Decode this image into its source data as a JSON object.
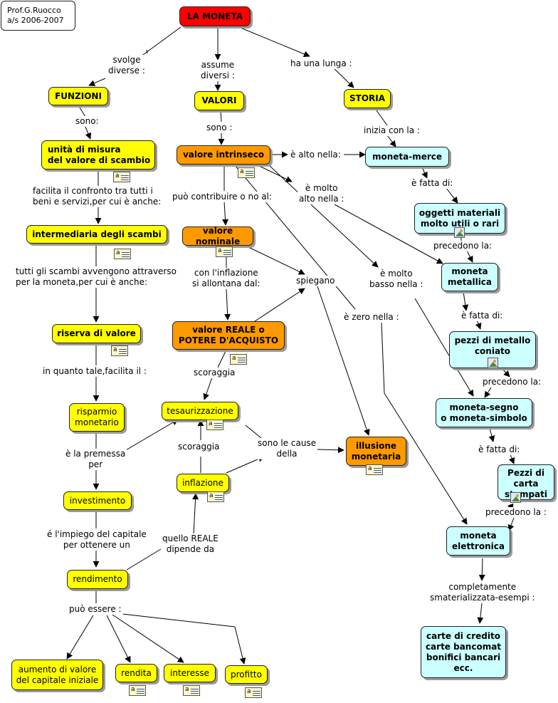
{
  "author_box": {
    "line1": "Prof.G.Ruocco",
    "line2": "a/s 2006-2007"
  },
  "nodes": {
    "la_moneta": "LA MONETA",
    "funzioni": "FUNZIONI",
    "valori": "VALORI",
    "storia": "STORIA",
    "unita_misura": [
      "unità di misura",
      "del valore di scambio"
    ],
    "valore_intrinseco": "valore intrinseco",
    "moneta_merce": "moneta-merce",
    "intermediaria": "intermediaria degli scambi",
    "valore_nominale": "valore nominale",
    "oggetti_materiali": [
      "oggetti materiali",
      "molto utili o rari"
    ],
    "moneta_metallica": [
      "moneta",
      "metallica"
    ],
    "riserva_valore": "riserva di valore",
    "valore_reale": [
      "valore REALE o",
      "POTERE D'ACQUISTO"
    ],
    "pezzi_metallo": [
      "pezzi di metallo",
      "coniato"
    ],
    "risparmio": [
      "risparmio",
      "monetario"
    ],
    "tesaurizzazione": "tesaurizzazione",
    "moneta_segno": [
      "moneta-segno",
      "o moneta-simbolo"
    ],
    "illusione": [
      "illusione",
      "monetaria"
    ],
    "pezzi_carta": [
      "Pezzi di carta",
      "stampati"
    ],
    "inflazione": "inflazione",
    "investimento": "investimento",
    "moneta_elettronica": [
      "moneta",
      "elettronica"
    ],
    "rendimento": "rendimento",
    "carte_credito": [
      "carte di credito",
      "carte bancomat",
      "bonifici bancari",
      "ecc."
    ],
    "aumento_valore": [
      "aumento di valore",
      "del capitale iniziale"
    ],
    "rendita": "rendita",
    "interesse": "interesse",
    "profitto": "profitto"
  },
  "links": {
    "svolge_diverse": [
      "svolge",
      "diverse :"
    ],
    "assume_diversi": [
      "assume",
      "diversi :"
    ],
    "ha_una_lunga": "ha una lunga :",
    "sono_funzioni": "sono:",
    "sono_valori": "sono :",
    "inizia_con_la": "inizia con la :",
    "facilita_confronto": [
      "facilita il confronto tra tutti i",
      "beni e servizi,per cui è anche:"
    ],
    "e_alto_nella": "è alto nella:",
    "e_fatta_di_1": "è fatta di:",
    "e_molto_alto": [
      "è molto",
      "alto nella :"
    ],
    "puo_contribuire": "può contribuire o no al:",
    "tutti_gli_scambi": [
      "tutti gli scambi avvengono attraverso",
      "per la moneta,per cui è anche:"
    ],
    "con_inflazione": [
      "con l'inflazione",
      "si allontana dal:"
    ],
    "spiegano": "spiegano",
    "precedono_la_1": "precedono la:",
    "e_molto_basso": [
      "è molto",
      "basso nella :"
    ],
    "e_zero_nella": "è zero nella :",
    "e_fatta_di_2": "è fatta di:",
    "in_quanto_tale": "in quanto tale,facilita il :",
    "scoraggia_1": "scoraggia",
    "precedono_la_2": "precedono la:",
    "e_la_premessa": [
      "è la premessa",
      "per"
    ],
    "scoraggia_2": "scoraggia",
    "sono_le_cause": [
      "sono le cause",
      "della"
    ],
    "e_fatta_di_3": "è fatta di:",
    "e_impiego": [
      "é l'impiego del capitale",
      "per ottenere un"
    ],
    "quello_reale": [
      "quello REALE",
      "dipende da"
    ],
    "precedono_la_3": "precedono la :",
    "completamente": [
      "completamente",
      "smaterializzata-esempi :"
    ],
    "puo_essere": "può essere :"
  },
  "icons": {
    "note": "note-icon",
    "image": "image-icon"
  },
  "colors": {
    "red": "#ff0000",
    "orange": "#ff9900",
    "yellow": "#ffff00",
    "cyan": "#ccffff"
  }
}
